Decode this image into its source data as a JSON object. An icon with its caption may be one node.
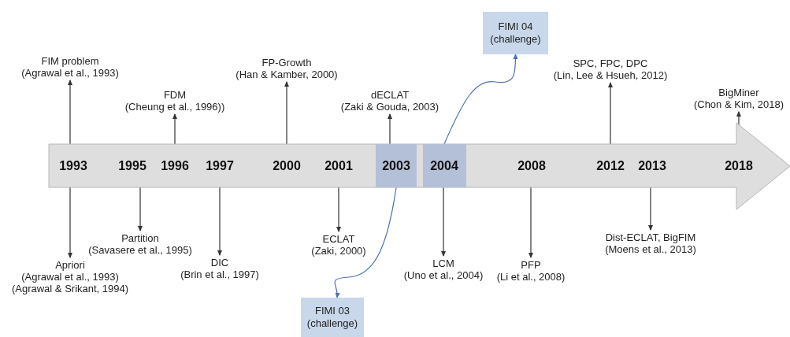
{
  "diagram": {
    "nodes": [
      {
        "text": [],
        "shape": "arrow"
      },
      {
        "text": [
          "1993"
        ],
        "in": 0
      },
      {
        "text": [
          "1995"
        ],
        "in": 0
      },
      {
        "text": [
          "1996"
        ],
        "in": 0
      },
      {
        "text": [
          "1997"
        ],
        "in": 0
      },
      {
        "text": [
          "2000"
        ],
        "in": 0
      },
      {
        "text": [
          "2001"
        ],
        "in": 0
      },
      {
        "text": [
          "2003"
        ],
        "in": 0
      },
      {
        "text": [
          "2004"
        ],
        "in": 0
      },
      {
        "text": [
          "2008"
        ],
        "in": 0
      },
      {
        "text": [
          "2012"
        ],
        "in": 0
      },
      {
        "text": [
          "2013"
        ],
        "in": 0
      },
      {
        "text": [
          "2018"
        ],
        "in": 0
      },
      {
        "text": [
          "FIMI 04",
          "(challenge)"
        ]
      },
      {
        "text": [
          "FIM problem",
          "(Agrawal et al., 1993)"
        ]
      },
      {
        "text": [
          "FDM",
          "(Cheung et al., 1996))"
        ]
      },
      {
        "text": [
          "FP-Growth",
          "(Han & Kamber, 2000)"
        ]
      },
      {
        "text": [
          "dECLAT",
          "(Zaki & Gouda, 2003)"
        ]
      },
      {
        "text": [
          "SPC, FPC, DPC",
          "(Lin, Lee & Hsueh, 2012)"
        ]
      },
      {
        "text": [
          "BigMiner",
          "(Chon & Kim, 2018)"
        ]
      },
      {
        "text": [
          "Apriori",
          "(Agrawal et al., 1993)",
          "(Agrawal & Srikant, 1994)"
        ]
      },
      {
        "text": [
          "Partition",
          "(Savasere et al., 1995)"
        ]
      },
      {
        "text": [
          "DIC",
          "(Brin et al., 1997)"
        ]
      },
      {
        "text": [
          "ECLAT",
          "(Zaki, 2000)"
        ]
      },
      {
        "text": [
          "LCM",
          "(Uno et al., 2004)"
        ]
      },
      {
        "text": [
          "PFP",
          "(Li et al., 2008)"
        ]
      },
      {
        "text": [
          "Dist-ECLAT, BigFIM",
          "(Moens et al., 2013)"
        ]
      },
      {
        "text": [
          "FIMI 03",
          "(challenge)"
        ]
      }
    ],
    "edges": [
      {
        "from": 1,
        "to": 14,
        "arrow": "to"
      },
      {
        "from": 3,
        "to": 15,
        "arrow": "to"
      },
      {
        "from": 5,
        "to": 16,
        "arrow": "to"
      },
      {
        "from": 7,
        "to": 17,
        "arrow": "to"
      },
      {
        "from": 10,
        "to": 18,
        "arrow": "to"
      },
      {
        "from": 12,
        "to": 19,
        "arrow": "to"
      },
      {
        "from": 8,
        "to": 13,
        "arrow": "to",
        "color": "#4a6fb5"
      },
      {
        "from": 1,
        "to": 20,
        "arrow": "to"
      },
      {
        "from": 2,
        "to": 21,
        "arrow": "to"
      },
      {
        "from": 4,
        "to": 22,
        "arrow": "to"
      },
      {
        "from": 6,
        "to": 23,
        "arrow": "to"
      },
      {
        "from": 8,
        "to": 24,
        "arrow": "to"
      },
      {
        "from": 9,
        "to": 25,
        "arrow": "to"
      },
      {
        "from": 11,
        "to": 26,
        "arrow": "to"
      },
      {
        "from": 7,
        "to": 27,
        "arrow": "to",
        "color": "#4a6fb5"
      }
    ]
  }
}
